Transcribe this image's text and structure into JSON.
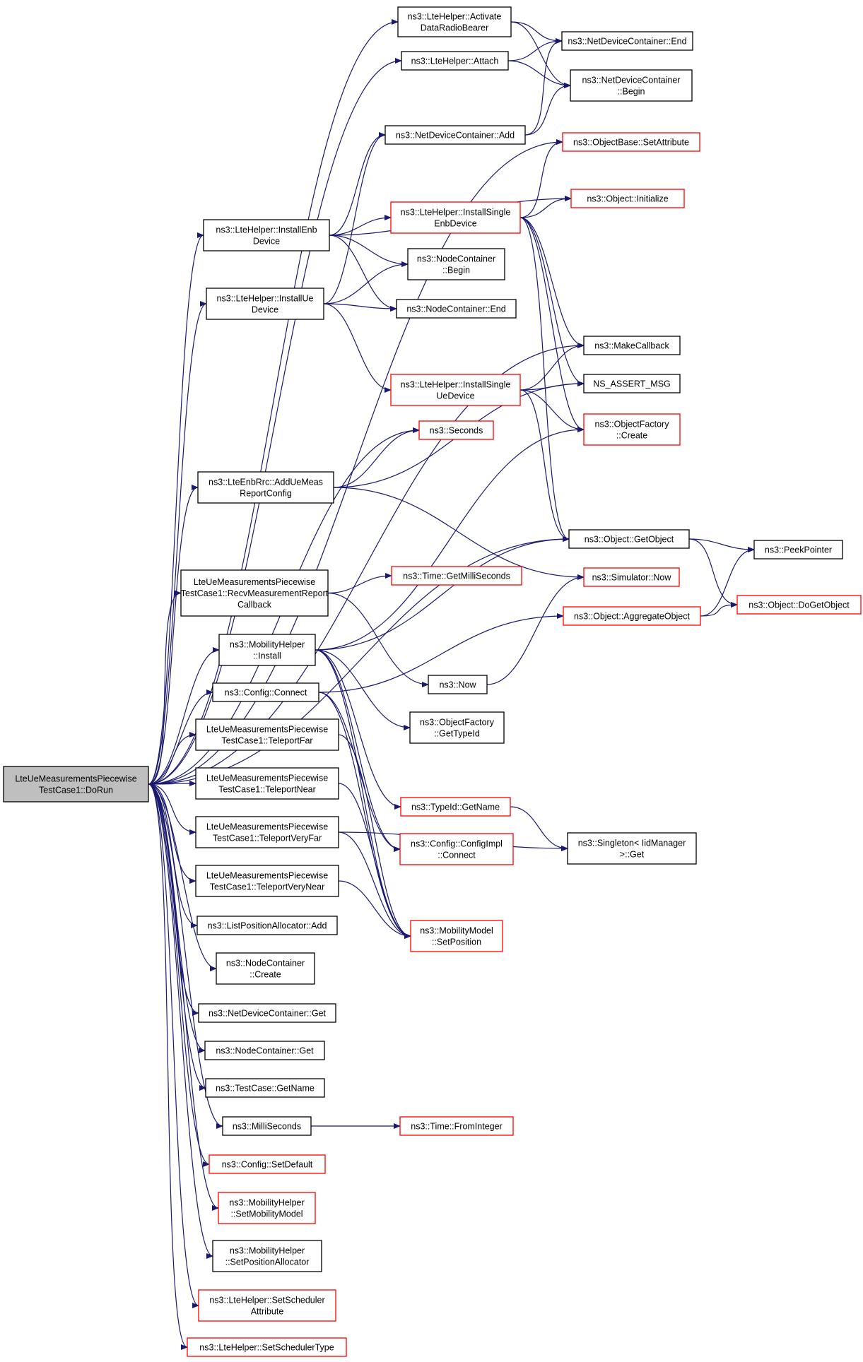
{
  "nodes": [
    {
      "id": "root",
      "lines": [
        "LteUeMeasurementsPiecewise",
        "TestCase1::DoRun"
      ],
      "style": "root"
    },
    {
      "id": "n_activate",
      "lines": [
        "ns3::LteHelper::Activate",
        "DataRadioBearer"
      ],
      "style": "black"
    },
    {
      "id": "n_attach",
      "lines": [
        "ns3::LteHelper::Attach"
      ],
      "style": "black"
    },
    {
      "id": "n_ndc_end",
      "lines": [
        "ns3::NetDeviceContainer::End"
      ],
      "style": "black"
    },
    {
      "id": "n_ndc_begin",
      "lines": [
        "ns3::NetDeviceContainer",
        "::Begin"
      ],
      "style": "black"
    },
    {
      "id": "n_ndc_add",
      "lines": [
        "ns3::NetDeviceContainer::Add"
      ],
      "style": "black"
    },
    {
      "id": "n_setattr",
      "lines": [
        "ns3::ObjectBase::SetAttribute"
      ],
      "style": "red"
    },
    {
      "id": "n_inst_enb",
      "lines": [
        "ns3::LteHelper::InstallEnb",
        "Device"
      ],
      "style": "black"
    },
    {
      "id": "n_inst_single_enb",
      "lines": [
        "ns3::LteHelper::InstallSingle",
        "EnbDevice"
      ],
      "style": "red"
    },
    {
      "id": "n_obj_init",
      "lines": [
        "ns3::Object::Initialize"
      ],
      "style": "red"
    },
    {
      "id": "n_nc_begin",
      "lines": [
        "ns3::NodeContainer",
        "::Begin"
      ],
      "style": "black"
    },
    {
      "id": "n_inst_ue",
      "lines": [
        "ns3::LteHelper::InstallUe",
        "Device"
      ],
      "style": "black"
    },
    {
      "id": "n_nc_end",
      "lines": [
        "ns3::NodeContainer::End"
      ],
      "style": "black"
    },
    {
      "id": "n_makecb",
      "lines": [
        "ns3::MakeCallback"
      ],
      "style": "black"
    },
    {
      "id": "n_inst_single_ue",
      "lines": [
        "ns3::LteHelper::InstallSingle",
        "UeDevice"
      ],
      "style": "red"
    },
    {
      "id": "n_assert",
      "lines": [
        "NS_ASSERT_MSG"
      ],
      "style": "black"
    },
    {
      "id": "n_objf_create",
      "lines": [
        "ns3::ObjectFactory",
        "::Create"
      ],
      "style": "red"
    },
    {
      "id": "n_seconds",
      "lines": [
        "ns3::Seconds"
      ],
      "style": "red"
    },
    {
      "id": "n_addue",
      "lines": [
        "ns3::LteEnbRrc::AddUeMeas",
        "ReportConfig"
      ],
      "style": "black"
    },
    {
      "id": "n_getobj",
      "lines": [
        "ns3::Object::GetObject"
      ],
      "style": "black"
    },
    {
      "id": "n_peek",
      "lines": [
        "ns3::PeekPointer"
      ],
      "style": "black"
    },
    {
      "id": "n_recv",
      "lines": [
        "LteUeMeasurementsPiecewise",
        "TestCase1::RecvMeasurementReport",
        "Callback"
      ],
      "style": "black"
    },
    {
      "id": "n_getms",
      "lines": [
        "ns3::Time::GetMilliSeconds"
      ],
      "style": "red"
    },
    {
      "id": "n_simnow",
      "lines": [
        "ns3::Simulator::Now"
      ],
      "style": "red"
    },
    {
      "id": "n_aggobj",
      "lines": [
        "ns3::Object::AggregateObject"
      ],
      "style": "red"
    },
    {
      "id": "n_dogetobj",
      "lines": [
        "ns3::Object::DoGetObject"
      ],
      "style": "red"
    },
    {
      "id": "n_mob_install",
      "lines": [
        "ns3::MobilityHelper",
        "::Install"
      ],
      "style": "black"
    },
    {
      "id": "n_now",
      "lines": [
        "ns3::Now"
      ],
      "style": "black"
    },
    {
      "id": "n_config_connect",
      "lines": [
        "ns3::Config::Connect"
      ],
      "style": "black"
    },
    {
      "id": "n_objf_gettid",
      "lines": [
        "ns3::ObjectFactory",
        "::GetTypeId"
      ],
      "style": "black"
    },
    {
      "id": "n_tp_far",
      "lines": [
        "LteUeMeasurementsPiecewise",
        "TestCase1::TeleportFar"
      ],
      "style": "black"
    },
    {
      "id": "n_tp_near",
      "lines": [
        "LteUeMeasurementsPiecewise",
        "TestCase1::TeleportNear"
      ],
      "style": "black"
    },
    {
      "id": "n_typeid_getname",
      "lines": [
        "ns3::TypeId::GetName"
      ],
      "style": "red"
    },
    {
      "id": "n_tp_vfar",
      "lines": [
        "LteUeMeasurementsPiecewise",
        "TestCase1::TeleportVeryFar"
      ],
      "style": "black"
    },
    {
      "id": "n_cfgimpl",
      "lines": [
        "ns3::Config::ConfigImpl",
        "::Connect"
      ],
      "style": "red"
    },
    {
      "id": "n_singleton",
      "lines": [
        "ns3::Singleton< IidManager",
        ">::Get"
      ],
      "style": "black"
    },
    {
      "id": "n_tp_vnear",
      "lines": [
        "LteUeMeasurementsPiecewise",
        "TestCase1::TeleportVeryNear"
      ],
      "style": "black"
    },
    {
      "id": "n_mm_setpos",
      "lines": [
        "ns3::MobilityModel",
        "::SetPosition"
      ],
      "style": "red"
    },
    {
      "id": "n_lpa_add",
      "lines": [
        "ns3::ListPositionAllocator::Add"
      ],
      "style": "black"
    },
    {
      "id": "n_nc_create",
      "lines": [
        "ns3::NodeContainer",
        "::Create"
      ],
      "style": "black"
    },
    {
      "id": "n_ndc_get",
      "lines": [
        "ns3::NetDeviceContainer::Get"
      ],
      "style": "black"
    },
    {
      "id": "n_nc_get",
      "lines": [
        "ns3::NodeContainer::Get"
      ],
      "style": "black"
    },
    {
      "id": "n_tc_getname",
      "lines": [
        "ns3::TestCase::GetName"
      ],
      "style": "black"
    },
    {
      "id": "n_millis",
      "lines": [
        "ns3::MilliSeconds"
      ],
      "style": "black"
    },
    {
      "id": "n_fromint",
      "lines": [
        "ns3::Time::FromInteger"
      ],
      "style": "red"
    },
    {
      "id": "n_cfg_setdef",
      "lines": [
        "ns3::Config::SetDefault"
      ],
      "style": "red"
    },
    {
      "id": "n_mob_setmm",
      "lines": [
        "ns3::MobilityHelper",
        "::SetMobilityModel"
      ],
      "style": "red"
    },
    {
      "id": "n_mob_setpa",
      "lines": [
        "ns3::MobilityHelper",
        "::SetPositionAllocator"
      ],
      "style": "black"
    },
    {
      "id": "n_lte_setsa",
      "lines": [
        "ns3::LteHelper::SetScheduler",
        "Attribute"
      ],
      "style": "red"
    },
    {
      "id": "n_lte_setst",
      "lines": [
        "ns3::LteHelper::SetSchedulerType"
      ],
      "style": "red"
    }
  ],
  "edges": [
    [
      "root",
      "n_activate"
    ],
    [
      "root",
      "n_attach"
    ],
    [
      "root",
      "n_setattr"
    ],
    [
      "root",
      "n_inst_enb"
    ],
    [
      "root",
      "n_inst_ue"
    ],
    [
      "root",
      "n_makecb"
    ],
    [
      "root",
      "n_seconds"
    ],
    [
      "root",
      "n_addue"
    ],
    [
      "root",
      "n_getobj"
    ],
    [
      "root",
      "n_recv"
    ],
    [
      "root",
      "n_mob_install"
    ],
    [
      "root",
      "n_config_connect"
    ],
    [
      "root",
      "n_tp_far"
    ],
    [
      "root",
      "n_tp_near"
    ],
    [
      "root",
      "n_tp_vfar"
    ],
    [
      "root",
      "n_tp_vnear"
    ],
    [
      "root",
      "n_lpa_add"
    ],
    [
      "root",
      "n_nc_create"
    ],
    [
      "root",
      "n_ndc_get"
    ],
    [
      "root",
      "n_nc_get"
    ],
    [
      "root",
      "n_tc_getname"
    ],
    [
      "root",
      "n_millis"
    ],
    [
      "root",
      "n_cfg_setdef"
    ],
    [
      "root",
      "n_mob_setmm"
    ],
    [
      "root",
      "n_mob_setpa"
    ],
    [
      "root",
      "n_lte_setsa"
    ],
    [
      "root",
      "n_lte_setst"
    ],
    [
      "n_activate",
      "n_ndc_end"
    ],
    [
      "n_activate",
      "n_ndc_begin"
    ],
    [
      "n_attach",
      "n_ndc_end"
    ],
    [
      "n_attach",
      "n_ndc_begin"
    ],
    [
      "n_ndc_add",
      "n_ndc_end"
    ],
    [
      "n_ndc_add",
      "n_ndc_begin"
    ],
    [
      "n_inst_enb",
      "n_ndc_add"
    ],
    [
      "n_inst_enb",
      "n_inst_single_enb"
    ],
    [
      "n_inst_enb",
      "n_obj_init"
    ],
    [
      "n_inst_enb",
      "n_nc_begin"
    ],
    [
      "n_inst_enb",
      "n_nc_end"
    ],
    [
      "n_inst_ue",
      "n_ndc_add"
    ],
    [
      "n_inst_ue",
      "n_nc_begin"
    ],
    [
      "n_inst_ue",
      "n_nc_end"
    ],
    [
      "n_inst_ue",
      "n_inst_single_ue"
    ],
    [
      "n_inst_single_enb",
      "n_setattr"
    ],
    [
      "n_inst_single_enb",
      "n_obj_init"
    ],
    [
      "n_inst_single_enb",
      "n_makecb"
    ],
    [
      "n_inst_single_enb",
      "n_assert"
    ],
    [
      "n_inst_single_enb",
      "n_objf_create"
    ],
    [
      "n_inst_single_enb",
      "n_getobj"
    ],
    [
      "n_inst_single_ue",
      "n_makecb"
    ],
    [
      "n_inst_single_ue",
      "n_assert"
    ],
    [
      "n_inst_single_ue",
      "n_objf_create"
    ],
    [
      "n_inst_single_ue",
      "n_getobj"
    ],
    [
      "n_addue",
      "n_seconds"
    ],
    [
      "n_addue",
      "n_assert"
    ],
    [
      "n_addue",
      "n_simnow"
    ],
    [
      "n_getobj",
      "n_peek"
    ],
    [
      "n_getobj",
      "n_dogetobj"
    ],
    [
      "n_aggobj",
      "n_peek"
    ],
    [
      "n_aggobj",
      "n_dogetobj"
    ],
    [
      "n_recv",
      "n_getms"
    ],
    [
      "n_recv",
      "n_now"
    ],
    [
      "n_now",
      "n_simnow"
    ],
    [
      "n_mob_install",
      "n_getobj"
    ],
    [
      "n_mob_install",
      "n_objf_create"
    ],
    [
      "n_mob_install",
      "n_objf_gettid"
    ],
    [
      "n_mob_install",
      "n_typeid_getname"
    ],
    [
      "n_mob_install",
      "n_mm_setpos"
    ],
    [
      "n_mob_install",
      "n_cfgimpl"
    ],
    [
      "n_config_connect",
      "n_aggobj"
    ],
    [
      "n_config_connect",
      "n_cfgimpl"
    ],
    [
      "n_config_connect",
      "n_mm_setpos"
    ],
    [
      "n_typeid_getname",
      "n_singleton"
    ],
    [
      "n_tp_far",
      "n_mm_setpos"
    ],
    [
      "n_tp_near",
      "n_mm_setpos"
    ],
    [
      "n_tp_vfar",
      "n_mm_setpos"
    ],
    [
      "n_tp_vnear",
      "n_mm_setpos"
    ],
    [
      "n_tp_vfar",
      "n_singleton"
    ],
    [
      "n_millis",
      "n_fromint"
    ]
  ]
}
